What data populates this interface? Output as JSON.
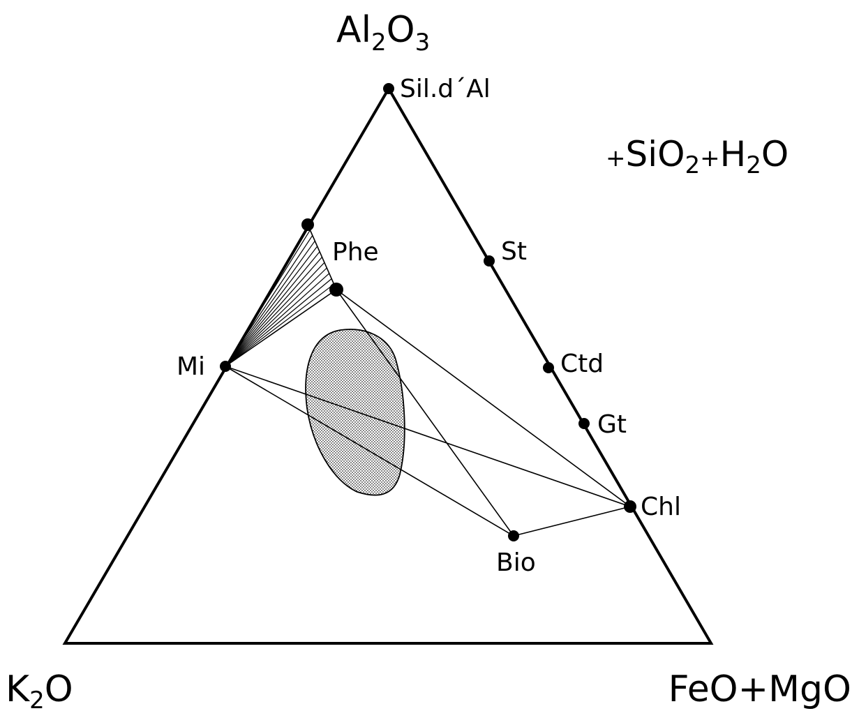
{
  "vertices": {
    "top": {
      "main": "Al",
      "sub1": "2",
      "mid": "O",
      "sub2": "3"
    },
    "bottom_left": {
      "main": "K",
      "sub1": "2",
      "mid": "O"
    },
    "bottom_right": {
      "text": "FeO+MgO"
    }
  },
  "annotation": {
    "plus1": "+",
    "sio": "SiO",
    "sub1": "2",
    "plus2": "+",
    "h": "H",
    "sub2": "2",
    "o": "O"
  },
  "phases": {
    "sil": "Sil.d´Al",
    "st": "St",
    "ctd": "Ctd",
    "gt": "Gt",
    "chl": "Chl",
    "bio": "Bio",
    "phe": "Phe",
    "mi": "Mi"
  },
  "colors": {
    "ink": "#000000",
    "paper": "#ffffff"
  }
}
